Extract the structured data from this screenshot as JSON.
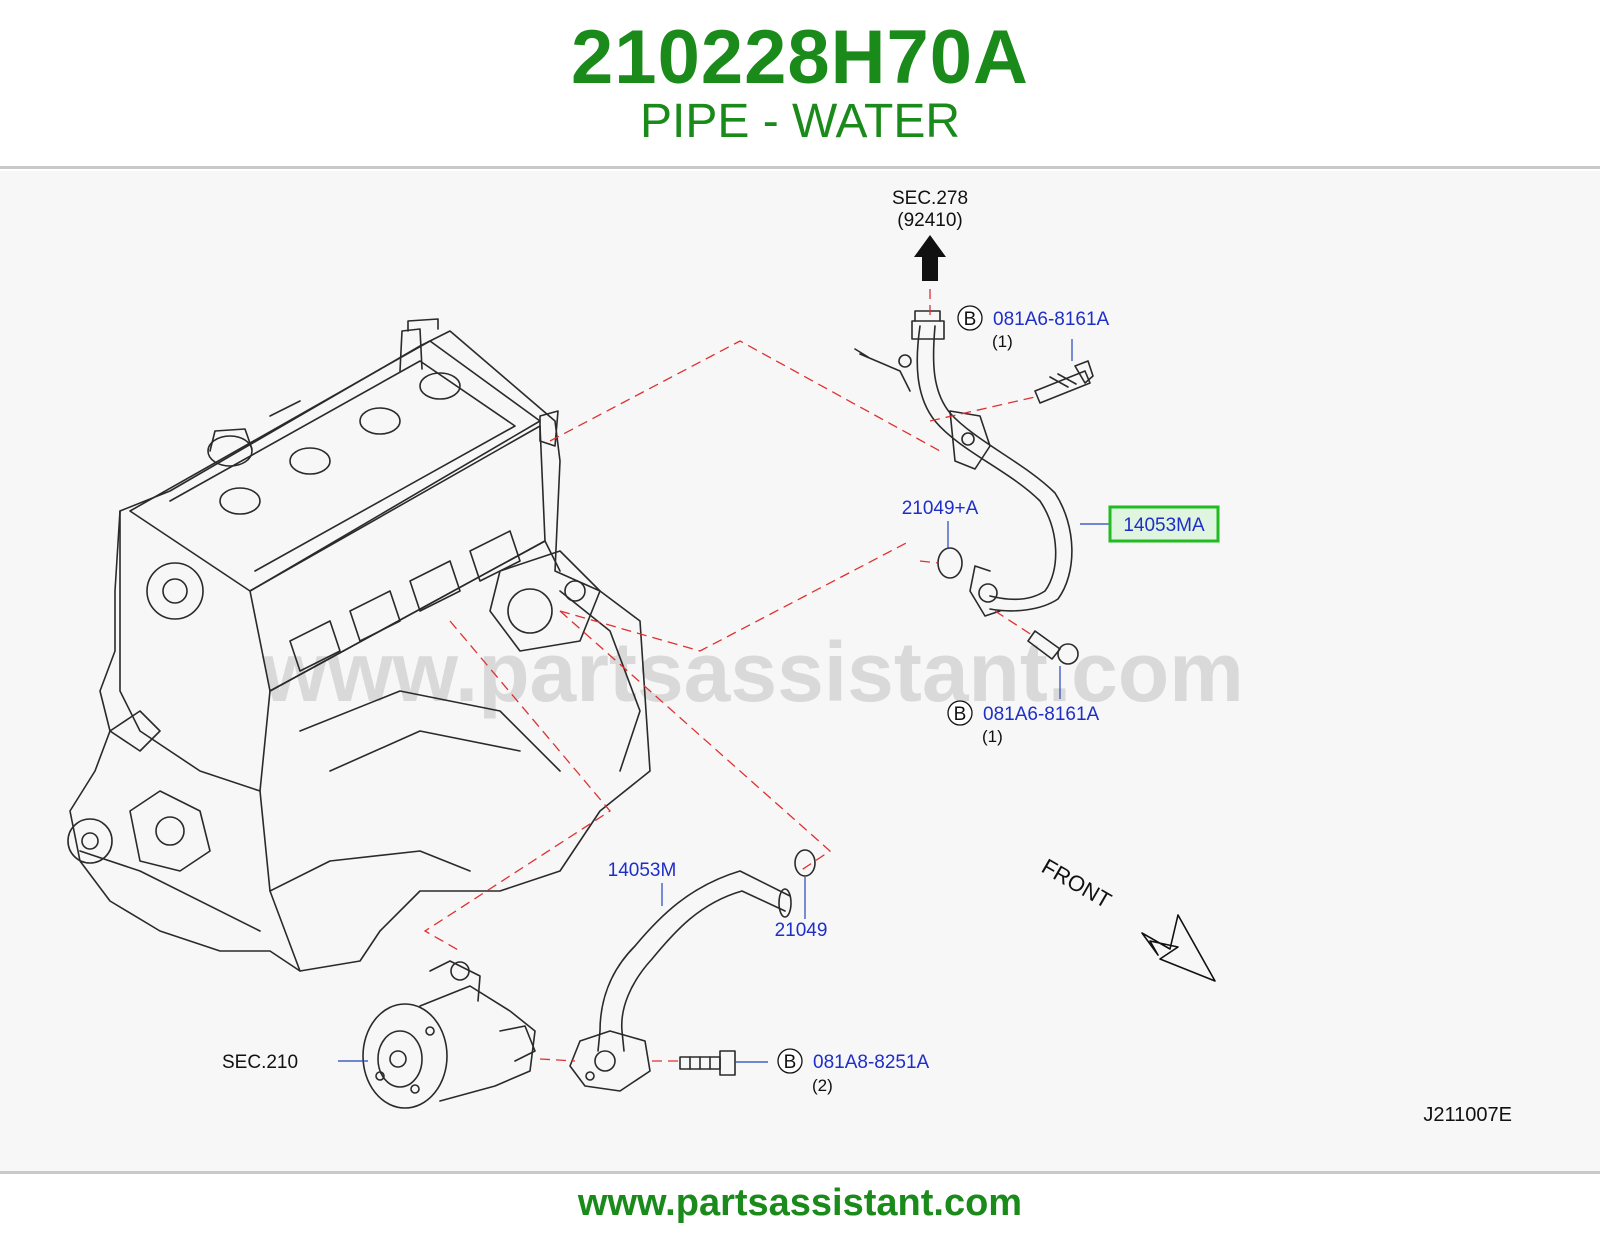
{
  "header": {
    "part_number": "210228H70A",
    "part_name": "PIPE - WATER"
  },
  "diagram": {
    "watermark": "www.partsassistant.com",
    "references": {
      "sec_278": "SEC.278",
      "sec_278_code": "(92410)",
      "sec_210": "SEC.210"
    },
    "callouts": [
      {
        "marker": "B",
        "part": "081A6-8161A",
        "qty": "(1)"
      },
      {
        "marker": "B",
        "part": "081A6-8161A",
        "qty": "(1)"
      },
      {
        "marker": "B",
        "part": "081A8-8251A",
        "qty": "(2)"
      }
    ],
    "labels": {
      "highlight": "14053MA",
      "gasket_a": "21049+A",
      "pipe_m": "14053M",
      "gasket": "21049"
    },
    "front_label": "FRONT",
    "diagram_code": "J211007E",
    "highlight_color": "#22bb22"
  },
  "footer": {
    "url": "www.partsassistant.com"
  }
}
